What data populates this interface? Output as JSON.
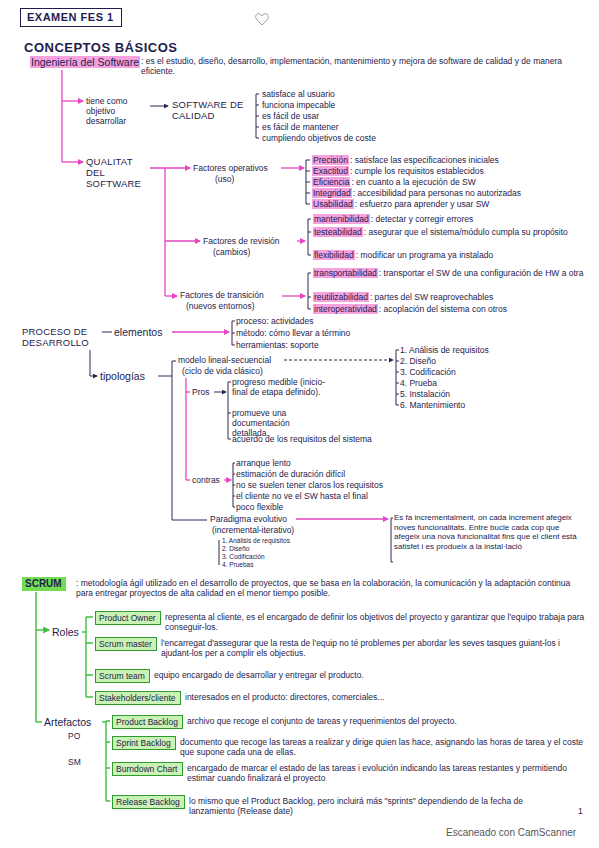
{
  "diagram": {
    "title": "CONCEPTOS BÁSICOS",
    "nodes": [
      {
        "text": [
          "EXAMEN FES 1"
        ]
      },
      {
        "text": [
          "SCRUM"
        ]
      },
      {
        "text": [
          "Product Owner"
        ]
      },
      {
        "text": [
          "Scrum master"
        ]
      },
      {
        "text": [
          "Scrum team"
        ]
      },
      {
        "text": [
          "Stakeholders/cliente"
        ]
      },
      {
        "text": [
          "Product Backlog"
        ]
      },
      {
        "text": [
          "Sprint Backlog"
        ]
      },
      {
        "text": [
          "Burndown Chart"
        ]
      },
      {
        "text": [
          "Release Backlog"
        ]
      }
    ],
    "labels": [
      "Ingeniería del Software",
      ": es el estudio, diseño, desarrollo, implementación, mantenimiento y mejora de software de calidad y de manera eficiente.",
      "tiene como objetivo desarrollar",
      "SOFTWARE DE CALIDAD",
      "satisface al usuario",
      "funciona impecable",
      "es fácil de usar",
      "es fácil de mantener",
      "cumpliendo objetivos de coste",
      "QUALITAT DEL SOFTWARE",
      "Factores operativos",
      "(uso)",
      "Precisión",
      ": satisface las especificaciones iniciales",
      "Exactitud",
      ": cumple los requisitos establecidos",
      "Eficiencia",
      ": en cuanto a la ejecución de SW",
      "Integridad",
      ": accesibilidad para personas no autorizadas",
      "Usabilidad",
      ": esfuerzo para aprender y usar SW",
      "Factores de revisión",
      "(cambios)",
      "mantenibilidad",
      ": detectar y corregir errores",
      "testeabilidad",
      ": asegurar que el sistema/módulo cumpla su propósito",
      "flexibilidad",
      ": modificar un programa ya instalado",
      "Factores de transición",
      "(nuevos entornos)",
      "transportabilidad",
      ": transportar el SW de una configuración de HW a otra",
      "reutilizabilidad",
      ": partes del SW reaprovechables",
      "interoperatividad",
      ": acoplación del sistema con otros",
      "PROCESO DE DESARROLLO",
      "elementos",
      "proceso: actividades",
      "método: cómo llevar a término",
      "herramientas: soporte",
      "tipologías",
      "modelo lineal-secuencial",
      "(ciclo de vida clásico)",
      "1. Análisis de requisitos",
      "2. Diseño",
      "3. Codificación",
      "4. Prueba",
      "5. Instalación",
      "6. Mantenimiento",
      "Pros",
      "progreso medible (inicio-final de etapa definido).",
      "promueve una documentación detallada.",
      "acuerdo de los requisitos del sistema",
      "contras",
      "arranque lento",
      "estimación de duración difícil",
      "no se suelen tener claros los requisitos",
      "el cliente no ve el SW hasta el final",
      "poco flexible",
      "Paradigma evolutivo",
      "(incremental-iterativo)",
      "1. Análisis de requisitos",
      "2. Diseño",
      "3. Codificación",
      "4. Pruebas",
      "Es fa incrementalment, on cada increment afegeix noves funcionalitats. Entre bucle cada cop que afegeix una nova funcionalitat fins que el client està satisfet i es produeix a la instal·lació",
      ": metodología ágil utilizado en el desarrollo de proyectos, que se basa en la colaboración, la comunicación y la adaptación continua para entregar proyectos de alta calidad en el menor tiempo posible.",
      "Roles",
      "representa al cliente, es el encargado de definir los objetivos del proyecto y garantizar que l'equipo trabaja para conseguir-los.",
      "l'encarregat d'assegurar que la resta de l'equip no té problemes per abordar les seves tasques guiant-los i ajudant-los per a complir els objectius.",
      "equipo encargado de desarrollar y entregar el producto.",
      "interesados en el producto: directores, comerciales...",
      "Artefactos",
      "PO",
      "SM",
      "archivo que recoge el conjunto de tareas y requerimientos del proyecto.",
      "documento que recoge las tareas a realizar y dirige quien las hace, asignando las horas de tarea y el coste que supone cada una de ellas.",
      "encargado de marcar el estado de las tareas i evolución indicando las tareas restantes y permitiendo estimar cuando finalizará el proyecto",
      "lo mismo que el Product Backlog, pero incluirá más \"sprints\" dependiendo de la fecha de lanzamiento (Release date)",
      "1",
      "Escaneado con CamScanner"
    ]
  }
}
